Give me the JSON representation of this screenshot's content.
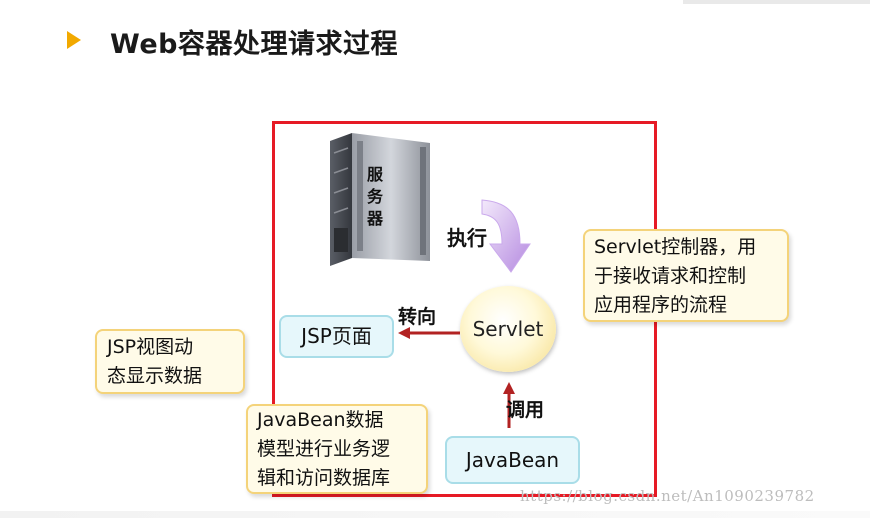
{
  "title": "Web容器处理请求过程",
  "server": {
    "label": "服务器"
  },
  "arrows": {
    "execute": "执行",
    "forward": "转向",
    "call": "调用"
  },
  "nodes": {
    "servlet": "Servlet",
    "jsp_page": "JSP页面",
    "javabean": "JavaBean"
  },
  "notes": {
    "servlet": [
      "Servlet控制器，用",
      "于接收请求和控制",
      "应用程序的流程"
    ],
    "jsp": [
      "JSP视图动",
      "态显示数据"
    ],
    "javabean": [
      "JavaBean数据",
      "模型进行业务逻",
      "辑和访问数据库"
    ]
  },
  "watermark": "https://blog.csdn.net/An1090239782",
  "colors": {
    "frame": "#e61a25",
    "title_bullet": "#f2a900",
    "execute_arrow": "#c79be8",
    "forward_arrow": "#b22222",
    "note_border": "#f4d37a",
    "box_border": "#a9dde8"
  }
}
